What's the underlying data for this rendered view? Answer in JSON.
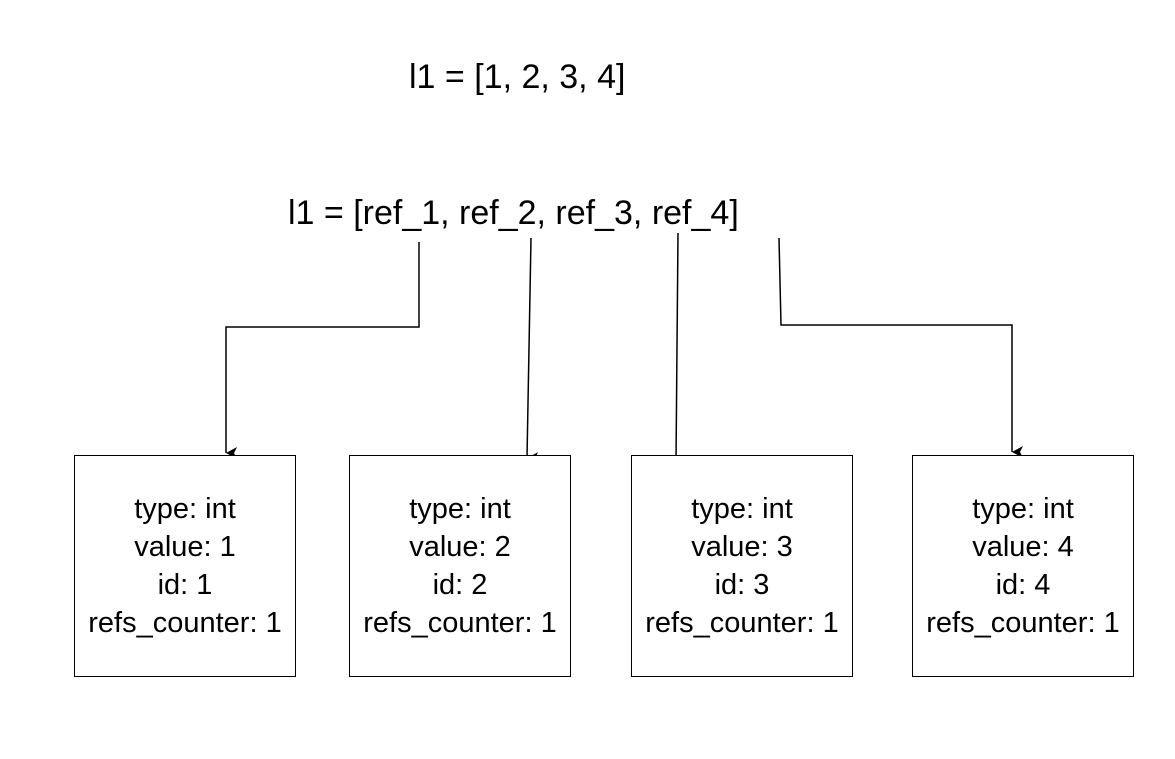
{
  "top_line": "l1 = [1, 2, 3, 4]",
  "ref_line": "l1 = [ref_1, ref_2, ref_3, ref_4]",
  "objects": [
    {
      "type": "type: int",
      "value": "value: 1",
      "id": "id: 1",
      "refs": "refs_counter: 1"
    },
    {
      "type": "type: int",
      "value": "value: 2",
      "id": "id: 2",
      "refs": "refs_counter: 1"
    },
    {
      "type": "type: int",
      "value": "value: 3",
      "id": "id: 3",
      "refs": "refs_counter: 1"
    },
    {
      "type": "type: int",
      "value": "value: 4",
      "id": "id: 4",
      "refs": "refs_counter: 1"
    }
  ],
  "colors": {
    "stroke": "#000000",
    "background": "#ffffff"
  }
}
